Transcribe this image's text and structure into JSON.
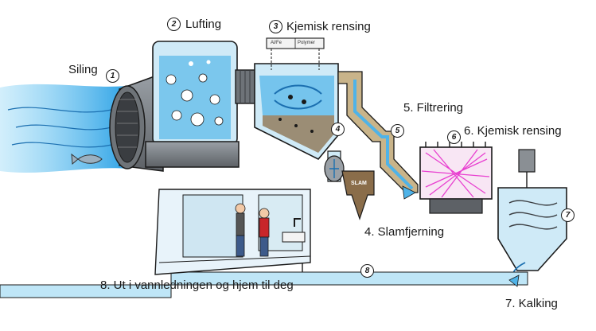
{
  "steps": {
    "s1": {
      "number": "1",
      "label": "Siling"
    },
    "s2": {
      "number": "2",
      "label": "Lufting"
    },
    "s3": {
      "number": "3",
      "label": "Kjemisk rensing",
      "chemical_tag_left": "Al/Fe",
      "chemical_tag_right": "Polymer"
    },
    "s4": {
      "number": "4",
      "label": "4. Slamfjerning",
      "sludge_sign": "SLAM"
    },
    "s5": {
      "number": "5",
      "label": "5. Filtrering"
    },
    "s6": {
      "number": "6",
      "label": "6. Kjemisk rensing"
    },
    "s7": {
      "number": "7",
      "label": "7. Kalking"
    },
    "s8": {
      "number": "8",
      "label": "8. Ut i vannledningen og hjem til deg"
    }
  },
  "colors": {
    "water": "#4fb3e8",
    "water_light": "#bfe6f7",
    "sand": "#c9b48a",
    "sludge": "#8a6d4a",
    "machine_grey": "#7b7f84",
    "filter_pink": "#e83fd0",
    "outline": "#1a1a1a"
  }
}
